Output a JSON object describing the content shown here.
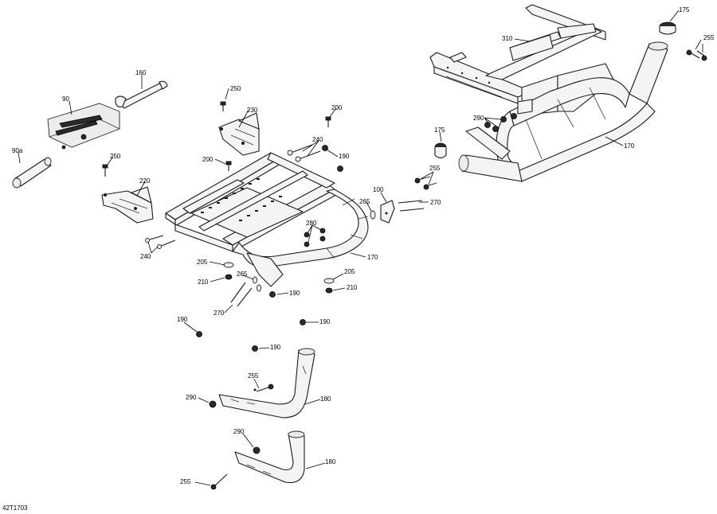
{
  "figure_id": "42T1703",
  "callouts": [
    {
      "label": "175"
    },
    {
      "label": "255"
    },
    {
      "label": "310"
    },
    {
      "label": "160"
    },
    {
      "label": "90"
    },
    {
      "label": "250"
    },
    {
      "label": "230"
    },
    {
      "label": "200"
    },
    {
      "label": "290"
    },
    {
      "label": "170"
    },
    {
      "label": "175"
    },
    {
      "label": "90a"
    },
    {
      "label": "240"
    },
    {
      "label": "190"
    },
    {
      "label": "200"
    },
    {
      "label": "250"
    },
    {
      "label": "255"
    },
    {
      "label": "220"
    },
    {
      "label": "100"
    },
    {
      "label": "265"
    },
    {
      "label": "270"
    },
    {
      "label": "280"
    },
    {
      "label": "240"
    },
    {
      "label": "170"
    },
    {
      "label": "205"
    },
    {
      "label": "205"
    },
    {
      "label": "210"
    },
    {
      "label": "265"
    },
    {
      "label": "210"
    },
    {
      "label": "190"
    },
    {
      "label": "270"
    },
    {
      "label": "190"
    },
    {
      "label": "190"
    },
    {
      "label": "190"
    },
    {
      "label": "255"
    },
    {
      "label": "290"
    },
    {
      "label": "180"
    },
    {
      "label": "290"
    },
    {
      "label": "180"
    },
    {
      "label": "255"
    }
  ]
}
